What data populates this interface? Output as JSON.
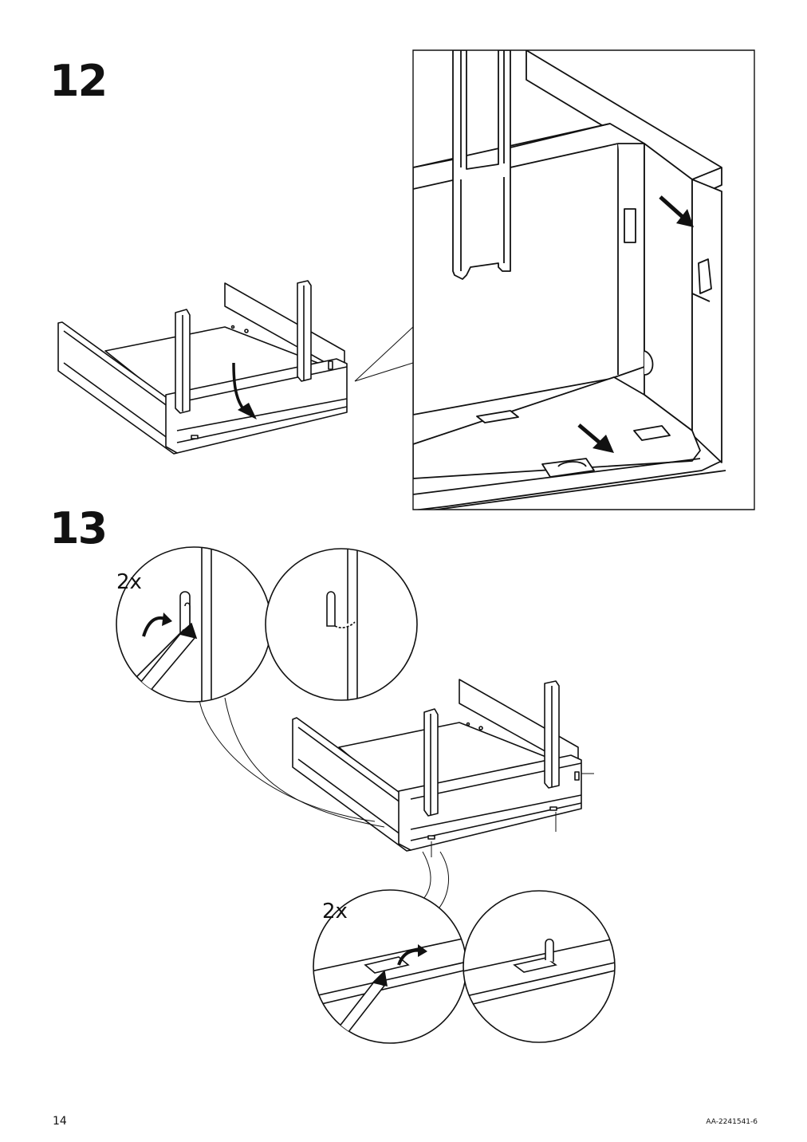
{
  "steps": [
    {
      "number": "12"
    },
    {
      "number": "13",
      "quantity_top": "2x",
      "quantity_bottom": "2x"
    }
  ],
  "footer": {
    "page_number": "14",
    "document_id": "AA-2241541-6"
  }
}
